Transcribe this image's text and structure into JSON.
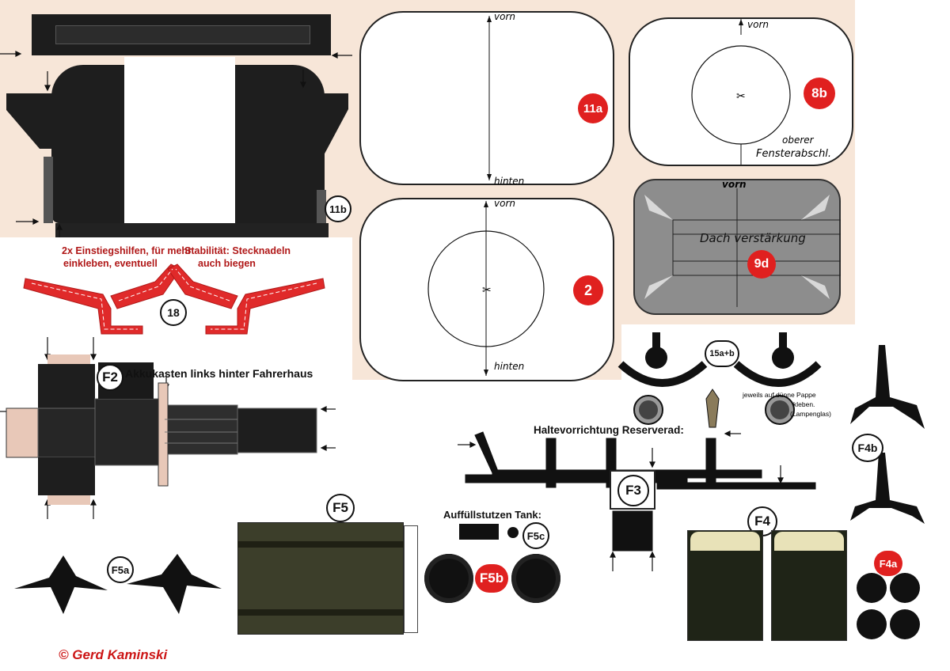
{
  "labels": {
    "vorn": "vorn",
    "hinten": "hinten",
    "oberer": "oberer",
    "fensterabschl": "Fensterabschl.",
    "dach": "Dach verstärkung",
    "einstieg_line1_a": "2x Einstiegshilfen, für mehr",
    "einstieg_line1_b": "Stabilität: Stecknadeln",
    "einstieg_line2_a": "einkleben, eventuell",
    "einstieg_line2_b": "auch biegen",
    "akkukasten": "Akkukasten links hinter Fahrerhaus",
    "haltevorrichtung": "Haltevorrichtung Reserverad:",
    "auffuell": "Auffüllstutzen Tank:",
    "pappe_1": "jeweils auf dünne Pappe",
    "pappe_2": "kleben.",
    "pappe_3": "(Lampenglas)",
    "copyright": "© Gerd Kaminski"
  },
  "badges": {
    "b11a": "11a",
    "b8b": "8b",
    "b11b": "11b",
    "b2": "2",
    "b9d": "9d",
    "b18": "18",
    "b15": "15a+b",
    "bF2": "F2",
    "bF4b": "F4b",
    "bF3": "F3",
    "bF5": "F5",
    "bF4": "F4",
    "bF5a": "F5a",
    "bF5c": "F5c",
    "bF5b": "F5b",
    "bF4a": "F4a"
  },
  "colors": {
    "accent_red": "#e0201f",
    "note_red": "#b01818",
    "beige": "#f7e6d8",
    "dark_part": "#1d1d1d",
    "olive": "#3c3e2a"
  }
}
